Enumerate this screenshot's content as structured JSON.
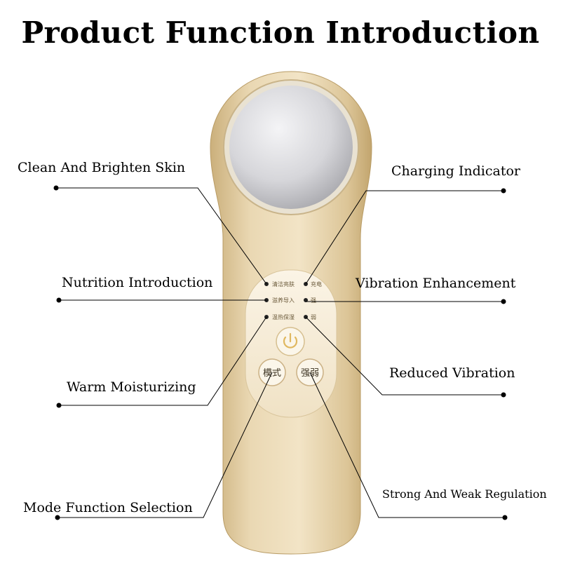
{
  "title": "Product Function Introduction",
  "callouts": {
    "clean": "Clean And Brighten Skin",
    "charging": "Charging Indicator",
    "nutrition": "Nutrition Introduction",
    "vibration_enh": "Vibration Enhancement",
    "warm": "Warm Moisturizing",
    "reduced": "Reduced Vibration",
    "mode": "Mode Function Selection",
    "strong_weak": "Strong And Weak Regulation"
  },
  "device": {
    "panel_labels": [
      "清洁亮肤",
      "滋养导入",
      "温热保湿"
    ],
    "indicator_labels": [
      "充电",
      "强",
      "弱"
    ],
    "mode_button": "模式",
    "strength_button": "强弱",
    "power_icon": "power-icon"
  },
  "colors": {
    "gold": "#e6d3ac",
    "gold_dark": "#c9ad79",
    "panel": "#f6ecd6",
    "mirror": "#d8d8dc"
  }
}
